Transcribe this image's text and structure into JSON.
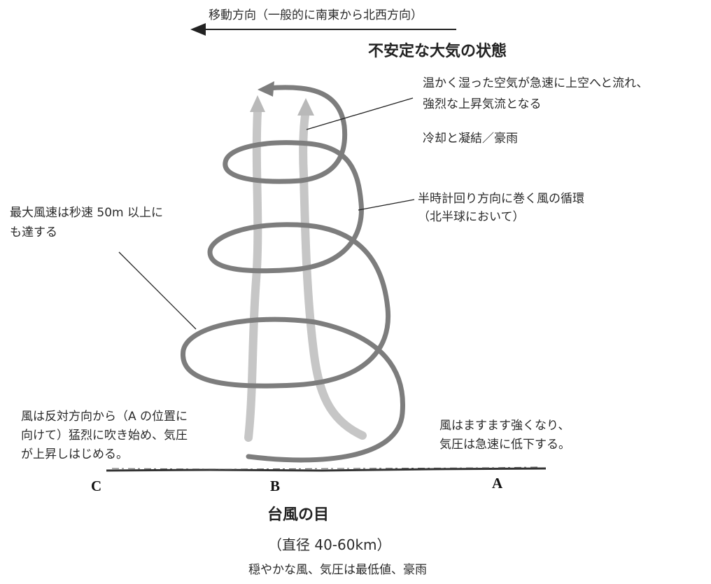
{
  "movement": {
    "label": "移動方向（一般的に南東から北西方向）"
  },
  "title": "不安定な大気の状態",
  "annotations": {
    "warm_air_line1": "温かく湿った空気が急速に上空へと流れ、",
    "warm_air_line2": "強烈な上昇気流となる",
    "cooling": "冷却と凝結／豪雨",
    "counterclockwise_line1": "半時計回り方向に巻く風の循環",
    "counterclockwise_line2": "（北半球において）",
    "max_wind_line1": "最大風速は秒速 50m 以上に",
    "max_wind_line2": "も達する",
    "left_bottom_line1": "風は反対方向から（A の位置に",
    "left_bottom_line2": "向けて）猛烈に吹き始め、気圧",
    "left_bottom_line3": "が上昇しはじめる。",
    "right_bottom_line1": "風はますます強くなり、",
    "right_bottom_line2": "気圧は急速に低下する。"
  },
  "positions": {
    "c": "C",
    "b": "B",
    "a": "A"
  },
  "eye": {
    "title": "台風の目",
    "diameter": "（直径 40-60km）",
    "description": "穏やかな風、気圧は最低値、豪雨"
  },
  "colors": {
    "dark_band": "#7d7d7d",
    "light_band": "#c4c4c4",
    "arrow": "#222222"
  }
}
